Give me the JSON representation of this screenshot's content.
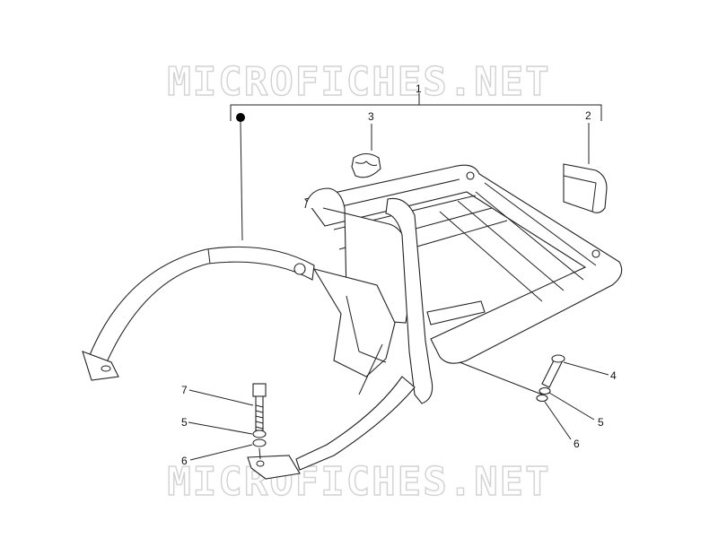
{
  "watermarks": {
    "top": "MICROFICHES.NET",
    "bottom": "MICROFICHES.NET"
  },
  "callouts": [
    {
      "id": "c1",
      "label": "1"
    },
    {
      "id": "c2",
      "label": "2"
    },
    {
      "id": "c3",
      "label": "3"
    },
    {
      "id": "c4",
      "label": "4"
    },
    {
      "id": "c5a",
      "label": "5"
    },
    {
      "id": "c5b",
      "label": "5"
    },
    {
      "id": "c6a",
      "label": "6"
    },
    {
      "id": "c6b",
      "label": "6"
    },
    {
      "id": "c7",
      "label": "7"
    }
  ]
}
